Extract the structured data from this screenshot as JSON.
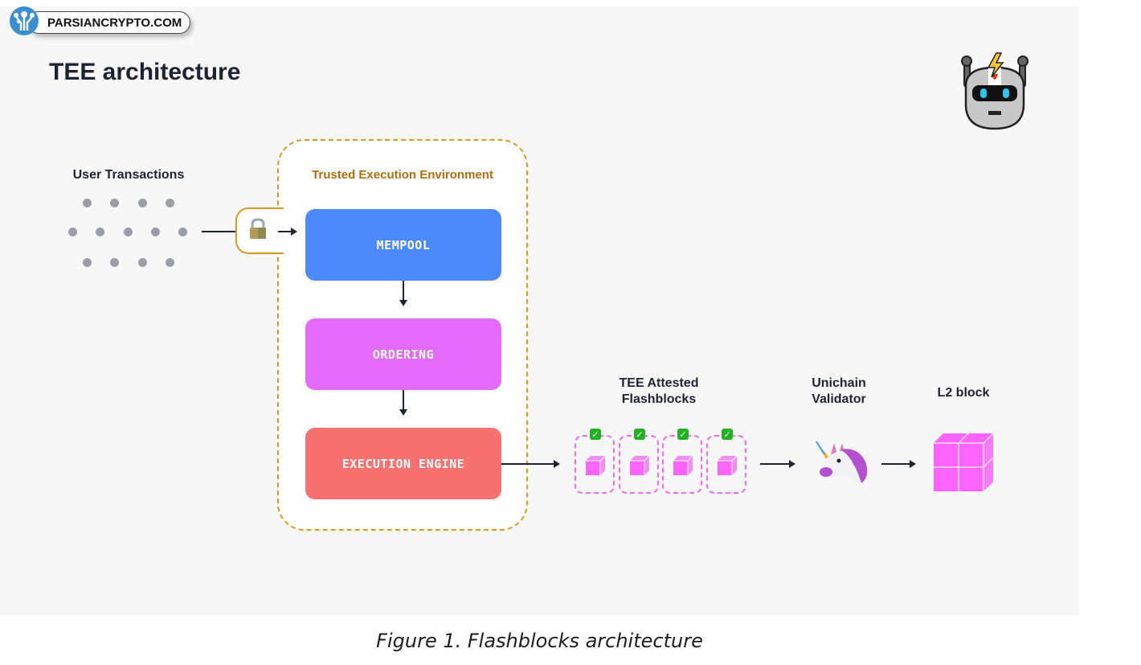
{
  "watermark": {
    "text": "PARSIANCRYPTO.COM",
    "icon": "parsiancrypto-logo-icon"
  },
  "diagram": {
    "title": "TEE architecture",
    "corner_icon": "robot-lightning-icon",
    "user_transactions": {
      "label": "User Transactions",
      "dot_rows": [
        4,
        5,
        4
      ]
    },
    "lock_icon": "padlock-icon",
    "tee": {
      "label": "Trusted Execution Environment",
      "stages": [
        {
          "label": "MEMPOOL",
          "color": "#4c89fb"
        },
        {
          "label": "ORDERING",
          "color": "#e46bf9"
        },
        {
          "label": "EXECUTION ENGINE",
          "color": "#f77171"
        }
      ],
      "border_color": "#d99a1e"
    },
    "flashblocks": {
      "label_line1": "TEE Attested",
      "label_line2": "Flashblocks",
      "count": 4,
      "check_icon": "check-mark-icon",
      "color": "#ef6cf0"
    },
    "validator": {
      "label_line1": "Unichain",
      "label_line2": "Validator",
      "icon": "unicorn-icon"
    },
    "l2_block": {
      "label": "L2 block",
      "icon": "l2-block-cube-icon",
      "color": "#fd63fd"
    }
  },
  "caption": "Figure 1. Flashblocks architecture"
}
